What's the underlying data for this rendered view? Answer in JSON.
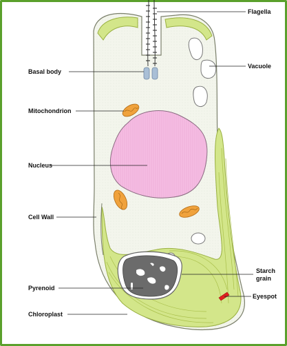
{
  "labels": {
    "flagella": "Flagella",
    "vacuole": "Vacuole",
    "basal_body": "Basal body",
    "mitochondrion": "Mitochondrion",
    "nucleus": "Nucleus",
    "cell_wall": "Cell Wall",
    "starch_grain_line1": "Starch",
    "starch_grain_line2": "grain",
    "pyrenoid": "Pyrenoid",
    "eyespot": "Eyespot",
    "chloroplast": "Chloroplast"
  },
  "colors": {
    "frame": "#5aa02c",
    "cytoplasm": "#f4f6ee",
    "chloroplast": "#d3e68a",
    "chloroplast_lines": "#b8cc55",
    "nucleus": "#f4b8e0",
    "mitochondrion": "#f0a23c",
    "pyrenoid": "#6b6b6b",
    "eyespot": "#e02020",
    "basal_body": "#a9bfd6"
  }
}
